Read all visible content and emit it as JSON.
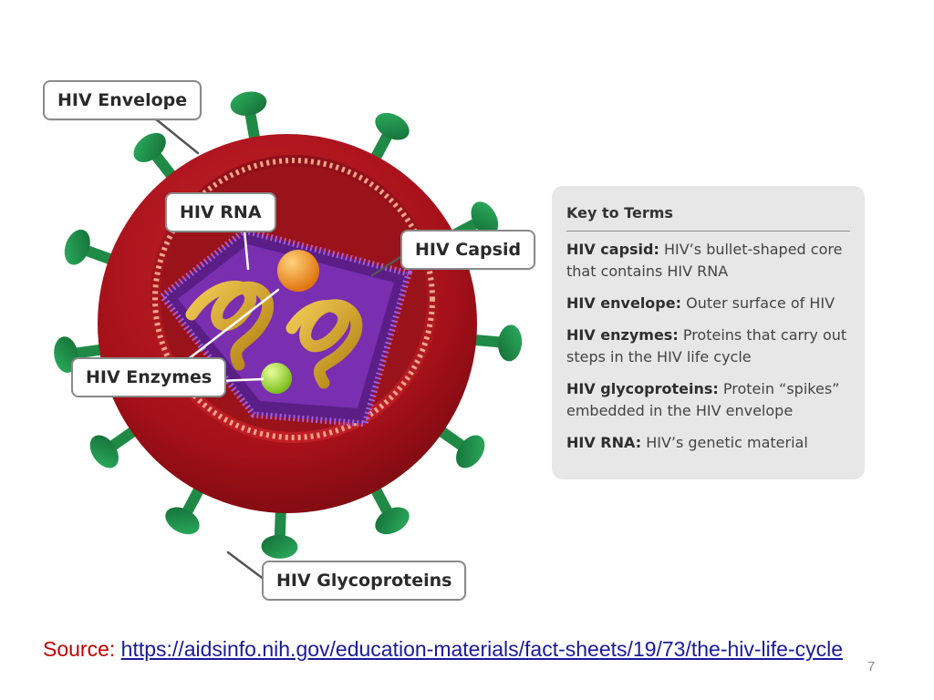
{
  "labels": {
    "envelope": "HIV Envelope",
    "rna": "HIV RNA",
    "capsid": "HIV Capsid",
    "enzymes": "HIV Enzymes",
    "glycoproteins": "HIV Glycoproteins"
  },
  "key": {
    "title": "Key to Terms",
    "terms": [
      {
        "name": "HIV capsid:",
        "definition": "HIV’s bullet-shaped core that contains HIV RNA"
      },
      {
        "name": "HIV envelope:",
        "definition": "Outer surface of HIV"
      },
      {
        "name": "HIV enzymes:",
        "definition": "Proteins that carry out steps in the HIV life cycle"
      },
      {
        "name": "HIV glycoproteins:",
        "definition": "Protein “spikes” embedded in the HIV envelope"
      },
      {
        "name": "HIV RNA:",
        "definition": "HIV’s genetic material"
      }
    ]
  },
  "source": {
    "label": "Source:",
    "url": "https://aidsinfo.nih.gov/education-materials/fact-sheets/19/73/the-hiv-life-cycle"
  },
  "page_number": "7",
  "colors": {
    "envelope_red": "#b3151f",
    "spike_green": "#1f8a46",
    "capsid_purple": "#6a2aa0",
    "rna_gold": "#d9a21a",
    "enzyme_orange": "#f08a1a",
    "enzyme_green": "#9ad12a",
    "source_label": "#c00000"
  }
}
